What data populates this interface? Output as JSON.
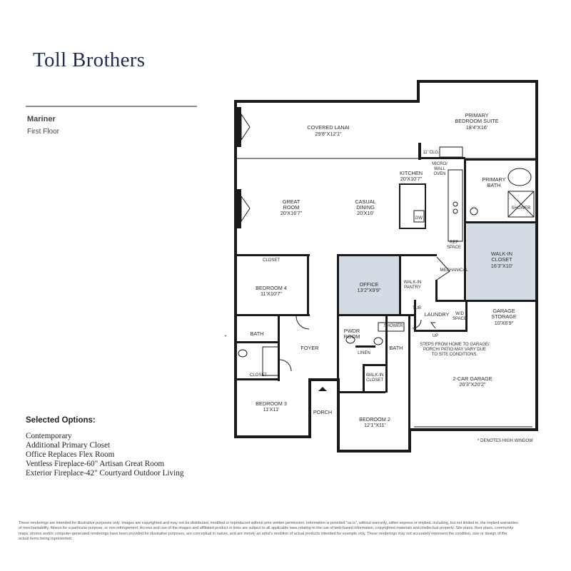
{
  "brand": {
    "name": "Toll Brothers"
  },
  "plan": {
    "name": "Mariner",
    "floor": "First Floor"
  },
  "rooms": {
    "covered_lanai": {
      "name": "COVERED LANAI",
      "dims": "29'8\"X12'1\""
    },
    "primary_suite": {
      "name_1": "PRIMARY",
      "name_2": "BEDROOM SUITE",
      "dims": "18'4\"X16'"
    },
    "primary_closet": {
      "name": "11' CLG."
    },
    "micro_oven": {
      "line_1": "MICRO/",
      "line_2": "WALL",
      "line_3": "OVEN"
    },
    "kitchen": {
      "name": "KITCHEN",
      "dims": "20'X10'7\""
    },
    "primary_bath": {
      "name_1": "PRIMARY",
      "name_2": "BATH"
    },
    "shower_primary": {
      "name": "SHOWER"
    },
    "great_room": {
      "name_1": "GREAT",
      "name_2": "ROOM",
      "dims": "20'X16'7\""
    },
    "casual_dining": {
      "name": "CASUAL",
      "name_2": "DINING",
      "dims": "20'X10'"
    },
    "dw": {
      "name": "DW"
    },
    "ref": {
      "line_1": "REF",
      "line_2": "SPACE"
    },
    "walk_in_closet": {
      "name_1": "WALK-IN",
      "name_2": "CLOSET",
      "dims": "16'3\"X10'"
    },
    "mechanical": {
      "name": "MECHANICAL"
    },
    "bedroom4": {
      "name": "BEDROOM 4",
      "dims": "11'X10'7\"",
      "closet": "CLOSET"
    },
    "office": {
      "name": "OFFICE",
      "dims": "13'2\"X9'9\""
    },
    "walkin_pantry": {
      "name_1": "WALK-IN",
      "name_2": "PANTRY"
    },
    "tub": {
      "name": "TUB"
    },
    "laundry": {
      "name": "LAUNDRY",
      "wd_1": "W/D",
      "wd_2": "SPACE"
    },
    "garage_storage": {
      "name_1": "GARAGE",
      "name_2": "STORAGE",
      "dims": "10'X6'9\""
    },
    "bath4": {
      "name": "BATH"
    },
    "foyer": {
      "name": "FOYER"
    },
    "pwdr": {
      "name_1": "PWDR",
      "name_2": "ROOM"
    },
    "shower2": {
      "name": "SHOWER"
    },
    "up": {
      "name": "UP"
    },
    "linen": {
      "name": "LINEN"
    },
    "bath2": {
      "name": "BATH"
    },
    "walkin_closet2": {
      "name_1": "WALK-IN",
      "name_2": "CLOSET"
    },
    "bedroom3": {
      "name": "BEDROOM 3",
      "dims": "11'X11'",
      "closet": "CLOSET"
    },
    "porch": {
      "name": "PORCH"
    },
    "bedroom2": {
      "name": "BEDROOM 2",
      "dims": "12'1\"X11'"
    },
    "garage": {
      "name": "2-CAR GARAGE",
      "dims": "20'3\"X20'2\""
    }
  },
  "notes": {
    "steps_1": "STEPS FROM HOME TO GARAGE/",
    "steps_2": "PORCH/ PATIO MAY VARY DUE",
    "steps_3": "TO SITE CONDITIONS.",
    "high_window": "* DENOTES HIGH WINDOW",
    "asterisk": "*"
  },
  "selected_options": {
    "title": "Selected Options:",
    "items": [
      "Contemporary",
      "Additional Primary Closet",
      "Office Replaces Flex Room",
      "Ventless Fireplace-60\" Artisan Great Room",
      "Exterior Fireplace-42\" Courtyard Outdoor Living"
    ]
  },
  "disclaimer": "These renderings are intended for illustrative purposes only. Images are copyrighted and may not be distributed, modified or reproduced without prior written permission. Information is provided \"as is\", without warranty, either express or implied, including, but not limited to, the implied warranties of merchantability, fitness for a particular purpose, or non-infringement. Access and use of the images and affiliated product or links are subject to all applicable laws relating to the use of web-based information, copyrighted materials and intellectual property. Site plans, floor plans, community maps, photos and/or computer-generated renderings have been provided for illustrative purposes, are conceptual in nature, and are merely an artist's rendition of actual products intended for example only. These renderings may not accurately represent the condition, size or design of the actual items being represented.",
  "colors": {
    "logo": "#1f2b50",
    "highlight_room": "#d3dce5",
    "wall": "#1a1a1a"
  }
}
